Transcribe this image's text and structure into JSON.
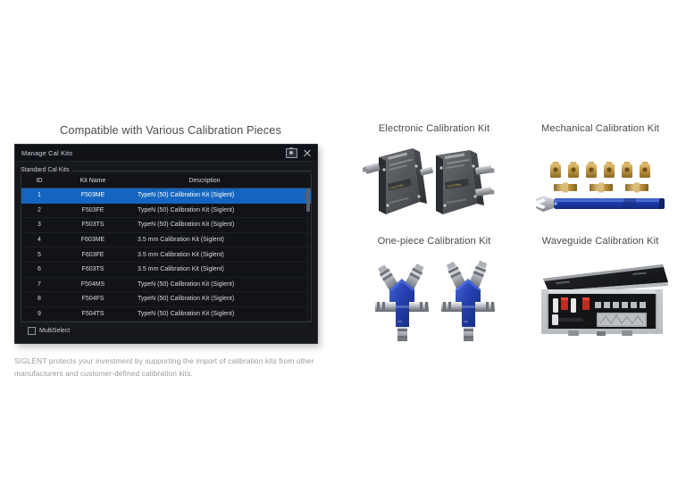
{
  "page": {
    "background": "#ffffff"
  },
  "left": {
    "title": "Compatible with Various Calibration Pieces",
    "caption": "SIGLENT protects your investment by supporting the import of calibration kits from other manufacturers and customer-defined calibration kits."
  },
  "dialog": {
    "title": "Manage Cal Kits",
    "screenshot_icon": "camera-icon",
    "close_icon": "close-icon",
    "group_legend": "Standard Cal Kits",
    "accent_color": "#1565c0",
    "background_color": "#17181c",
    "table": {
      "columns": [
        "ID",
        "Kit Name",
        "Description"
      ],
      "selected_row_index": 0,
      "rows": [
        {
          "id": "1",
          "name": "F503ME",
          "description": "TypeN (50) Calibration Kit (Siglent)"
        },
        {
          "id": "2",
          "name": "F503FE",
          "description": "TypeN (50) Calibration Kit (Siglent)"
        },
        {
          "id": "3",
          "name": "F503TS",
          "description": "TypeN (50) Calibration Kit (Siglent)"
        },
        {
          "id": "4",
          "name": "F603ME",
          "description": "3.5 mm Calibration Kit (Siglent)"
        },
        {
          "id": "5",
          "name": "F603FE",
          "description": "3.5 mm Calibration Kit (Siglent)"
        },
        {
          "id": "6",
          "name": "F603TS",
          "description": "3.5 mm Calibration Kit (Siglent)"
        },
        {
          "id": "7",
          "name": "F504MS",
          "description": "TypeN (50) Calibration Kit (Siglent)"
        },
        {
          "id": "8",
          "name": "F504FS",
          "description": "TypeN (50) Calibration Kit (Siglent)"
        },
        {
          "id": "9",
          "name": "F504TS",
          "description": "TypeN (50) Calibration Kit (Siglent)"
        }
      ]
    },
    "multiselect": {
      "label": "MultiSelect",
      "checked": false
    }
  },
  "products": [
    {
      "heading": "Electronic Calibration Kit",
      "image_name": "electronic-cal-kit-photo"
    },
    {
      "heading": "Mechanical Calibration Kit",
      "image_name": "mechanical-cal-kit-photo"
    },
    {
      "heading": "One-piece Calibration Kit",
      "image_name": "one-piece-cal-kit-photo"
    },
    {
      "heading": "Waveguide Calibration Kit",
      "image_name": "waveguide-cal-kit-photo"
    }
  ]
}
